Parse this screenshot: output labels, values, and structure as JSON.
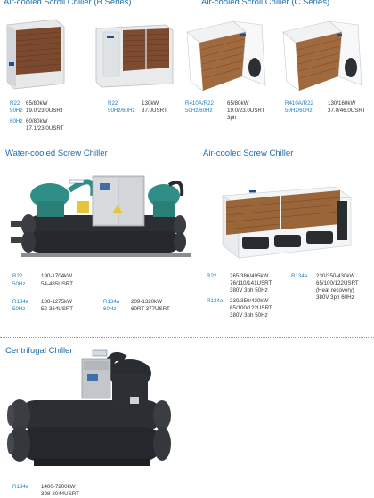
{
  "sections": {
    "scroll_b": {
      "title": "Air-cooled Scroll Chiller (B Series)",
      "specs": [
        {
          "ref": "R22",
          "val": "65/80kW"
        },
        {
          "ref": "50Hz",
          "val": "19.0/23.0USRT"
        },
        {
          "ref": "60Hz",
          "val": "60/80kW"
        },
        {
          "ref": "",
          "val": "17.1/23.0USRT"
        },
        {
          "ref": "R22",
          "val": "130kW"
        },
        {
          "ref": "50Hz/60Hz",
          "val": "37.0USRT"
        }
      ]
    },
    "scroll_c": {
      "title": "Air-cooled Scroll Chiller (C Series)",
      "specs": [
        {
          "ref": "R410A/R22",
          "val": "65/80kW"
        },
        {
          "ref": "50Hz/60Hz",
          "val": "19.0/23.0USRT"
        },
        {
          "ref": "",
          "val": "3ph"
        },
        {
          "ref": "R410A/R22",
          "val": "130/160kW"
        },
        {
          "ref": "50Hz/60Hz",
          "val": "37.0/46.0USRT"
        }
      ]
    },
    "water_screw": {
      "title": "Water-cooled Screw Chiller",
      "specs": [
        {
          "ref": "R22",
          "val": "190-1704kW"
        },
        {
          "ref": "50Hz",
          "val": "54-485USRT"
        },
        {
          "ref": "R134a",
          "val": "180-1275kW"
        },
        {
          "ref": "50Hz",
          "val": "52-364USRT"
        },
        {
          "ref": "R134a",
          "val": "209-1320kW"
        },
        {
          "ref": "60Hz",
          "val": "60RT-377USRT"
        }
      ]
    },
    "air_screw": {
      "title": "Air-cooled Screw Chiller",
      "specs": [
        {
          "ref": "R22",
          "val": "265/386/495kW"
        },
        {
          "ref": "",
          "val": "76/110/141USRT"
        },
        {
          "ref": "",
          "val": "380V 3ph 50Hz"
        },
        {
          "ref": "R134a",
          "val": "230/350/430kW"
        },
        {
          "ref": "",
          "val": "65/100/122USRT"
        },
        {
          "ref": "",
          "val": "380V 3ph 50Hz"
        },
        {
          "ref": "R134a",
          "val": "230/350/430kW"
        },
        {
          "ref": "",
          "val": "65/100/122USRT"
        },
        {
          "ref": "",
          "val": "(Heat recovery)"
        },
        {
          "ref": "",
          "val": "380V 3ph 60Hz"
        }
      ]
    },
    "centrifugal": {
      "title": "Centrifugal Chiller",
      "specs": [
        {
          "ref": "R134a",
          "val": "1400-7200kW"
        },
        {
          "ref": "",
          "val": "398-2044USRT"
        }
      ]
    }
  },
  "colors": {
    "title": "#1f6fa8",
    "ref": "#1f7fbd",
    "divider": "#5aa6d6",
    "screw_body": "#2f8f86",
    "shell": "#2a2d30"
  }
}
